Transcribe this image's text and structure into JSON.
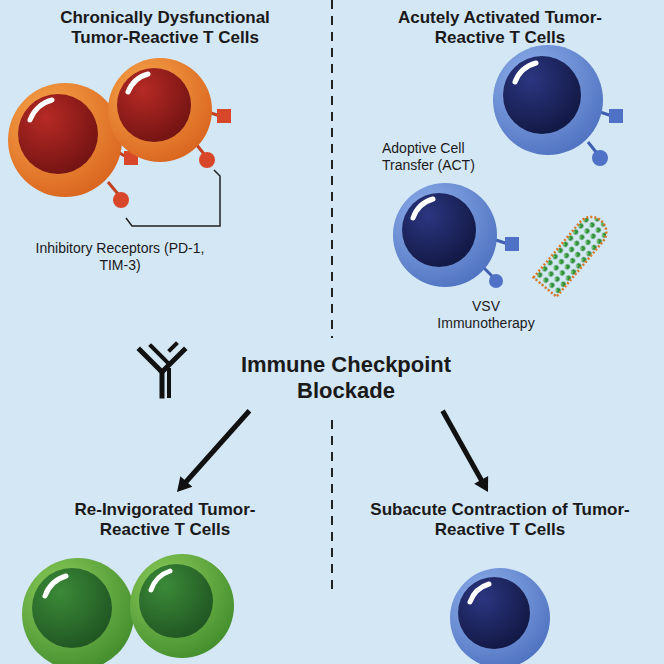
{
  "diagram": {
    "nodes": [
      {
        "text": [
          "Immune Checkpoint Blockade"
        ]
      },
      {
        "text": [
          "Re-Invigorated Tumor-Reactive T Cells"
        ]
      },
      {
        "text": [
          "Subacute Contraction of Tumor-Reactive T Cells"
        ]
      }
    ],
    "edges": [
      {
        "from": 0,
        "to": 1,
        "arrow": "to"
      },
      {
        "from": 0,
        "to": 2,
        "arrow": "to"
      }
    ],
    "labels": [
      "Chronically Dysfunctional Tumor-Reactive T Cells",
      "Acutely Activated Tumor-Reactive T Cells",
      "Adoptive Cell Transfer (ACT)",
      "Inhibitory Receptors (PD-1, TIM-3)",
      "VSV Immunotherapy"
    ]
  }
}
